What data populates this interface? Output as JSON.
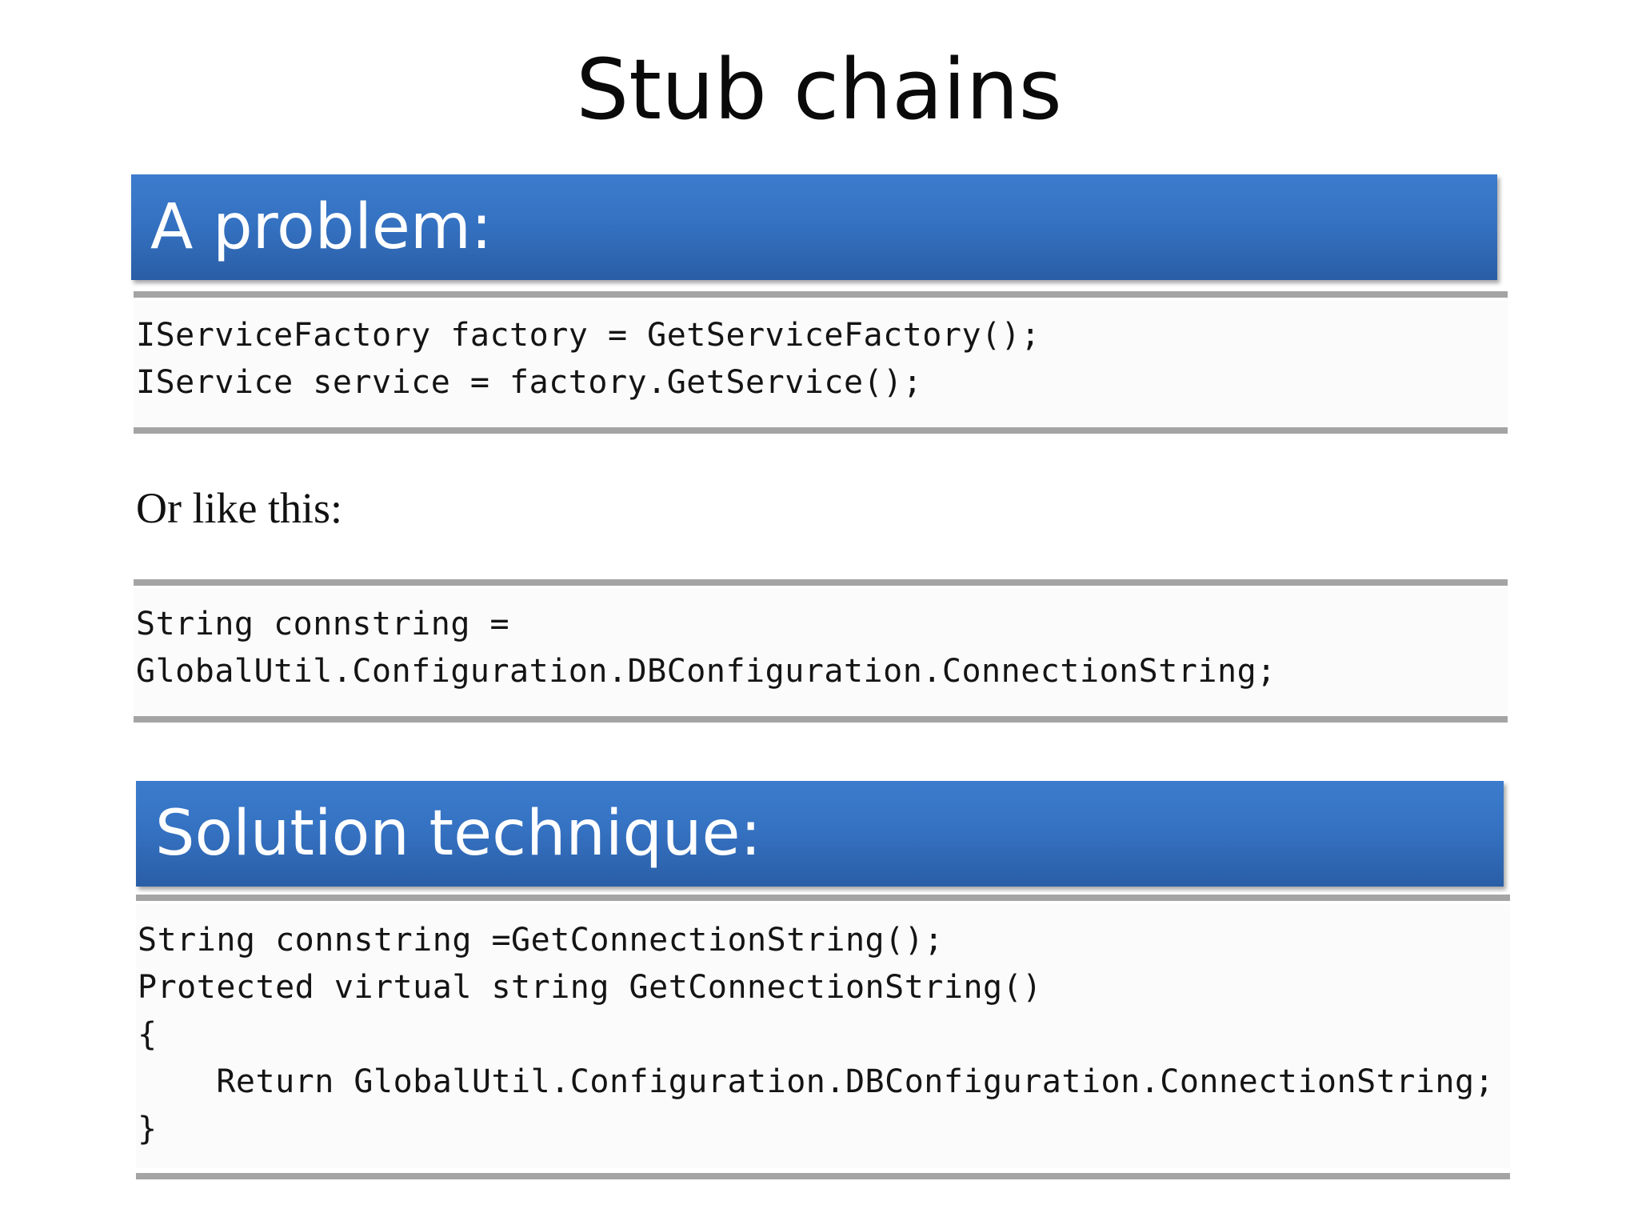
{
  "slide": {
    "title": "Stub chains"
  },
  "problem": {
    "heading": "A problem:",
    "code_block_1": [
      "IServiceFactory factory = GetServiceFactory();",
      "IService service = factory.GetService();"
    ],
    "transition_text": "Or like this:",
    "code_block_2": [
      "String connstring =",
      "GlobalUtil.Configuration.DBConfiguration.ConnectionString;"
    ]
  },
  "solution": {
    "heading": "Solution technique:",
    "code_block": [
      "String connstring =GetConnectionString();",
      "Protected virtual string GetConnectionString()",
      "{",
      "    Return GlobalUtil.Configuration.DBConfiguration.ConnectionString;",
      "}"
    ]
  },
  "colors": {
    "banner": "#3572c2",
    "rule": "#a4a4a4",
    "banner_text": "#ffffff"
  }
}
